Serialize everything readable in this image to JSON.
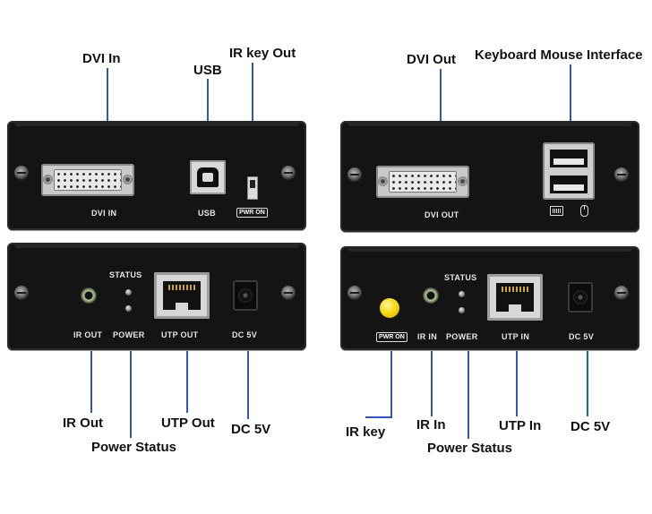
{
  "callouts": {
    "dvi_in": "DVI In",
    "usb": "USB",
    "ir_key_out": "IR key Out",
    "dvi_out": "DVI Out",
    "keyboard_mouse": "Keyboard Mouse Interface",
    "ir_out": "IR Out",
    "power_status_left": "Power Status",
    "utp_out": "UTP Out",
    "dc5v_left": "DC 5V",
    "ir_key": "IR key",
    "ir_in": "IR In",
    "power_status_right": "Power Status",
    "utp_in": "UTP In",
    "dc5v_right": "DC 5V"
  },
  "panel_labels": {
    "tx_front_dvi": "DVI IN",
    "tx_front_usb": "USB",
    "tx_front_pwr": "PWR ON",
    "rx_front_dvi": "DVI OUT",
    "tx_back_status": "STATUS",
    "tx_back_ir": "IR OUT",
    "tx_back_power": "POWER",
    "tx_back_utp": "UTP OUT",
    "tx_back_dc": "DC 5V",
    "rx_back_status": "STATUS",
    "rx_back_pwr": "PWR ON",
    "rx_back_ir": "IR IN",
    "rx_back_power": "POWER",
    "rx_back_utp": "UTP IN",
    "rx_back_dc": "DC 5V"
  },
  "colors": {
    "callout_line": "#2f58b8",
    "ir_key_button": "#f3d400",
    "panel": "#141414"
  },
  "icons": [
    "keyboard-icon",
    "mouse-icon"
  ]
}
